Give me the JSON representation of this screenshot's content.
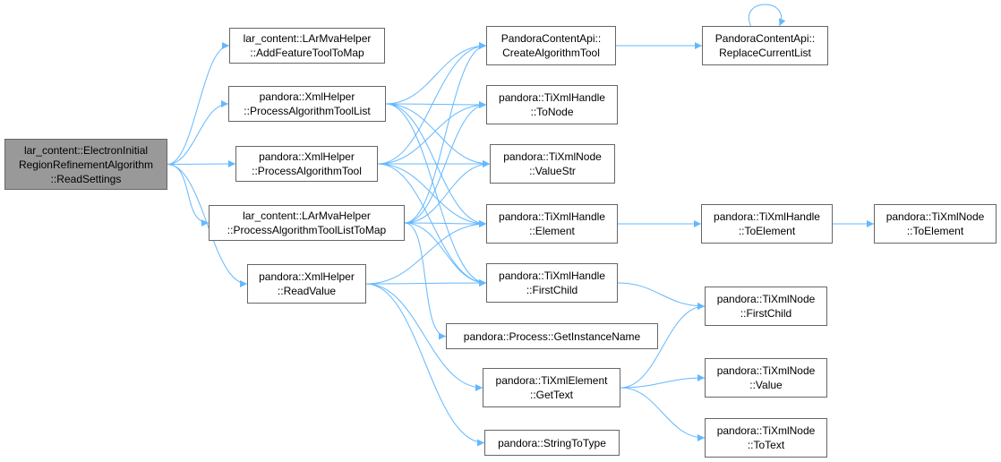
{
  "colors": {
    "edge": "#63b8ff",
    "node_border": "#666666",
    "root_fill": "#999999",
    "node_fill": "#ffffff"
  },
  "nodes": {
    "read_settings": {
      "lines": [
        "lar_content::ElectronInitial",
        "RegionRefinementAlgorithm",
        "::ReadSettings"
      ]
    },
    "add_feature_tool": {
      "lines": [
        "lar_content::LArMvaHelper",
        "::AddFeatureToolToMap"
      ]
    },
    "process_algorithm_tool_list": {
      "lines": [
        "pandora::XmlHelper",
        "::ProcessAlgorithmToolList"
      ]
    },
    "process_algorithm_tool": {
      "lines": [
        "pandora::XmlHelper",
        "::ProcessAlgorithmTool"
      ]
    },
    "process_algorithm_tool_list_to_map": {
      "lines": [
        "lar_content::LArMvaHelper",
        "::ProcessAlgorithmToolListToMap"
      ]
    },
    "read_value": {
      "lines": [
        "pandora::XmlHelper",
        "::ReadValue"
      ]
    },
    "create_algorithm_tool": {
      "lines": [
        "PandoraContentApi::",
        "CreateAlgorithmTool"
      ]
    },
    "replace_current_list": {
      "lines": [
        "PandoraContentApi::",
        "ReplaceCurrentList"
      ]
    },
    "to_node": {
      "lines": [
        "pandora::TiXmlHandle",
        "::ToNode"
      ]
    },
    "value_str": {
      "lines": [
        "pandora::TiXmlNode",
        "::ValueStr"
      ]
    },
    "handle_element": {
      "lines": [
        "pandora::TiXmlHandle",
        "::Element"
      ]
    },
    "handle_to_element": {
      "lines": [
        "pandora::TiXmlHandle",
        "::ToElement"
      ]
    },
    "node_to_element": {
      "lines": [
        "pandora::TiXmlNode",
        "::ToElement"
      ]
    },
    "handle_first_child": {
      "lines": [
        "pandora::TiXmlHandle",
        "::FirstChild"
      ]
    },
    "node_first_child": {
      "lines": [
        "pandora::TiXmlNode",
        "::FirstChild"
      ]
    },
    "get_instance_name": {
      "lines": [
        "pandora::Process::GetInstanceName"
      ]
    },
    "get_text": {
      "lines": [
        "pandora::TiXmlElement",
        "::GetText"
      ]
    },
    "node_value": {
      "lines": [
        "pandora::TiXmlNode",
        "::Value"
      ]
    },
    "string_to_type": {
      "lines": [
        "pandora::StringToType"
      ]
    },
    "to_text": {
      "lines": [
        "pandora::TiXmlNode",
        "::ToText"
      ]
    }
  },
  "edges": [
    [
      "read_settings",
      "add_feature_tool"
    ],
    [
      "read_settings",
      "process_algorithm_tool_list"
    ],
    [
      "read_settings",
      "process_algorithm_tool"
    ],
    [
      "read_settings",
      "process_algorithm_tool_list_to_map"
    ],
    [
      "read_settings",
      "read_value"
    ],
    [
      "process_algorithm_tool_list",
      "create_algorithm_tool"
    ],
    [
      "process_algorithm_tool_list",
      "to_node"
    ],
    [
      "process_algorithm_tool_list",
      "value_str"
    ],
    [
      "process_algorithm_tool_list",
      "handle_element"
    ],
    [
      "process_algorithm_tool_list",
      "handle_first_child"
    ],
    [
      "process_algorithm_tool",
      "create_algorithm_tool"
    ],
    [
      "process_algorithm_tool",
      "to_node"
    ],
    [
      "process_algorithm_tool",
      "value_str"
    ],
    [
      "process_algorithm_tool",
      "handle_element"
    ],
    [
      "process_algorithm_tool",
      "handle_first_child"
    ],
    [
      "process_algorithm_tool_list_to_map",
      "create_algorithm_tool"
    ],
    [
      "process_algorithm_tool_list_to_map",
      "to_node"
    ],
    [
      "process_algorithm_tool_list_to_map",
      "value_str"
    ],
    [
      "process_algorithm_tool_list_to_map",
      "handle_element"
    ],
    [
      "process_algorithm_tool_list_to_map",
      "handle_first_child"
    ],
    [
      "process_algorithm_tool_list_to_map",
      "get_instance_name"
    ],
    [
      "read_value",
      "handle_element"
    ],
    [
      "read_value",
      "handle_first_child"
    ],
    [
      "read_value",
      "get_text"
    ],
    [
      "read_value",
      "string_to_type"
    ],
    [
      "create_algorithm_tool",
      "replace_current_list"
    ],
    [
      "replace_current_list",
      "replace_current_list"
    ],
    [
      "handle_element",
      "handle_to_element"
    ],
    [
      "handle_to_element",
      "node_to_element"
    ],
    [
      "handle_first_child",
      "node_first_child"
    ],
    [
      "get_text",
      "node_first_child"
    ],
    [
      "get_text",
      "node_value"
    ],
    [
      "get_text",
      "to_text"
    ]
  ]
}
